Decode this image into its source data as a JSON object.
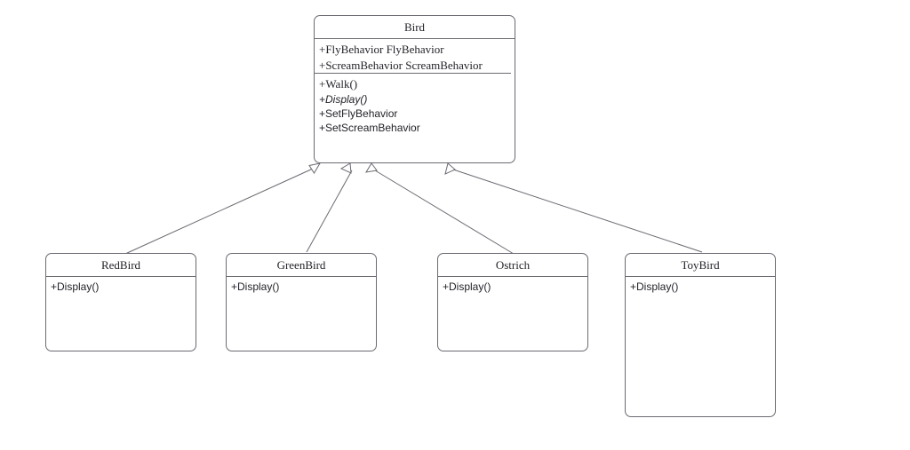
{
  "diagram": {
    "kind": "uml-class-diagram",
    "background_color": "#ffffff",
    "line_color": "#6a6a72",
    "text_color": "#23232a"
  },
  "classes": {
    "bird": {
      "name": "Bird",
      "attributes": [
        "+FlyBehavior FlyBehavior",
        "+ScreamBehavior ScreamBehavior"
      ],
      "methods": [
        "+Walk()",
        "+Display()",
        "+SetFlyBehavior",
        "+SetScreamBehavior"
      ]
    },
    "redbird": {
      "name": "RedBird",
      "methods": [
        "+Display()"
      ]
    },
    "greenbird": {
      "name": "GreenBird",
      "methods": [
        "+Display()"
      ]
    },
    "ostrich": {
      "name": "Ostrich",
      "methods": [
        "+Display()"
      ]
    },
    "toybird": {
      "name": "ToyBird",
      "methods": [
        "+Display()"
      ]
    }
  },
  "relationships": [
    {
      "type": "generalization",
      "from": "RedBird",
      "to": "Bird"
    },
    {
      "type": "generalization",
      "from": "GreenBird",
      "to": "Bird"
    },
    {
      "type": "generalization",
      "from": "Ostrich",
      "to": "Bird"
    },
    {
      "type": "generalization",
      "from": "ToyBird",
      "to": "Bird"
    }
  ]
}
